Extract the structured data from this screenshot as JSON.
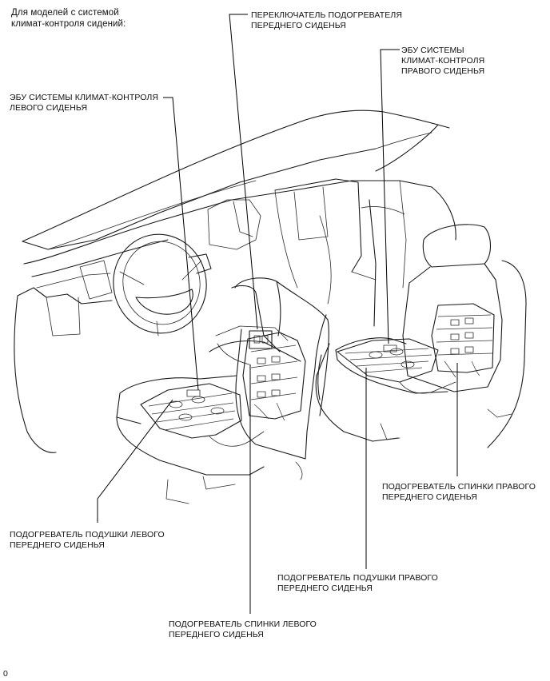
{
  "caption": {
    "line1": "Для моделей с системой",
    "line2": "климат-контроля сидений:"
  },
  "labels": {
    "switch": {
      "line1": "ПЕРЕКЛЮЧАТЕЛЬ ПОДОГРЕВАТЕЛЯ",
      "line2": "ПЕРЕДНЕГО СИДЕНЬЯ"
    },
    "ecu_right": {
      "line1": "ЭБУ СИСТЕМЫ",
      "line2": "КЛИМАТ-КОНТРОЛЯ",
      "line3": "ПРАВОГО СИДЕНЬЯ"
    },
    "ecu_left": {
      "line1": "ЭБУ СИСТЕМЫ КЛИМАТ-КОНТРОЛЯ",
      "line2": "ЛЕВОГО СИДЕНЬЯ"
    },
    "back_right": {
      "line1": "ПОДОГРЕВАТЕЛЬ СПИНКИ ПРАВОГО",
      "line2": "ПЕРЕДНЕГО СИДЕНЬЯ"
    },
    "cushion_left": {
      "line1": "ПОДОГРЕВАТЕЛЬ ПОДУШКИ ЛЕВОГО",
      "line2": "ПЕРЕДНЕГО СИДЕНЬЯ"
    },
    "cushion_right": {
      "line1": "ПОДОГРЕВАТЕЛЬ ПОДУШКИ ПРАВОГО",
      "line2": "ПЕРЕДНЕГО СИДЕНЬЯ"
    },
    "back_left": {
      "line1": "ПОДОГРЕВАТЕЛЬ СПИНКИ ЛЕВОГО",
      "line2": "ПЕРЕДНЕГО СИДЕНЬЯ"
    }
  },
  "figure_id": "0",
  "colors": {
    "ink": "#1a1a1a",
    "background": "#ffffff"
  }
}
